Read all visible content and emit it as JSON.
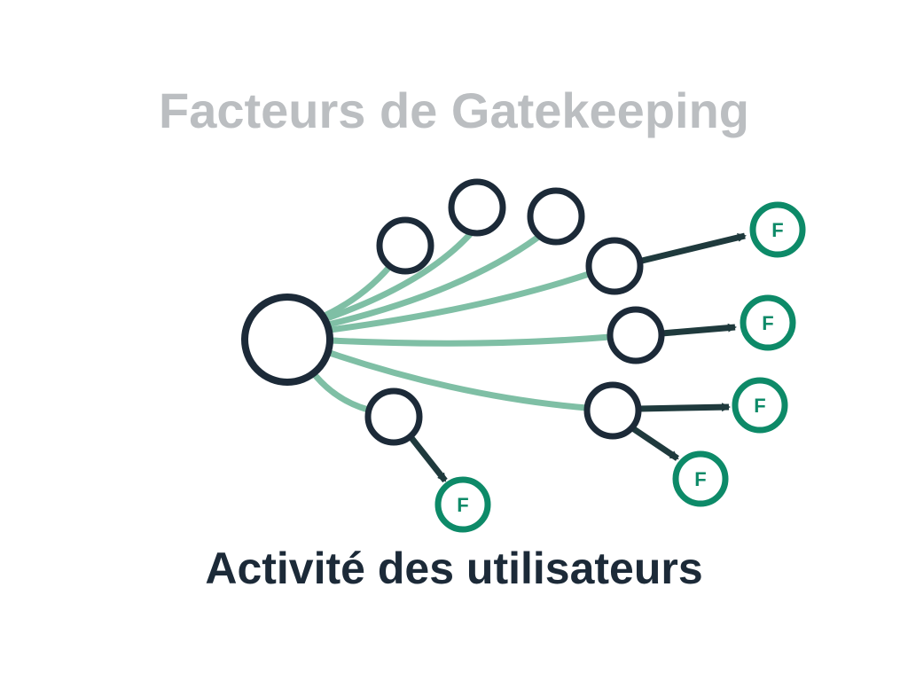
{
  "title": "Facteurs de Gatekeeping",
  "subtitle": "Activité des utilisateurs",
  "follower_label": "F",
  "colors": {
    "title": "#bbbec1",
    "subtitle": "#1c2a38",
    "node_stroke": "#1c2a38",
    "edge": "#7fbfa5",
    "arrow": "#1f3a3d",
    "follower": "#0d8a68"
  }
}
